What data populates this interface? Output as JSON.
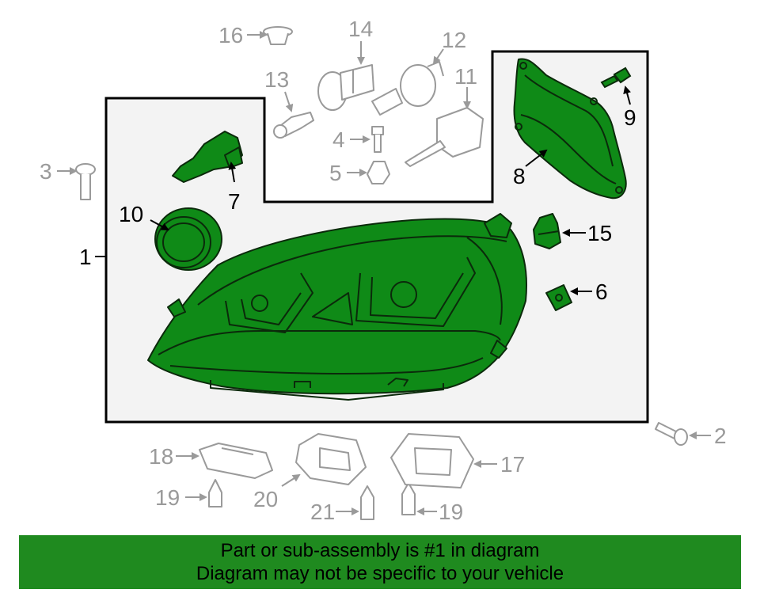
{
  "colors": {
    "highlight_fill": "#0f8a17",
    "highlight_stroke": "#0b2a0b",
    "inactive_gray": "#9a9a9a",
    "panel_bg": "#f3f3f3",
    "banner_bg": "#1f8a1f"
  },
  "callouts": {
    "c1": "1",
    "c2": "2",
    "c3": "3",
    "c4": "4",
    "c5": "5",
    "c6": "6",
    "c7": "7",
    "c8": "8",
    "c9": "9",
    "c10": "10",
    "c11": "11",
    "c12": "12",
    "c13": "13",
    "c14": "14",
    "c15": "15",
    "c16": "16",
    "c17": "17",
    "c18": "18",
    "c19a": "19",
    "c19b": "19",
    "c20": "20",
    "c21": "21"
  },
  "banner": {
    "line1": "Part or sub-assembly is #1 in diagram",
    "line2": "Diagram may not be specific to your vehicle"
  }
}
